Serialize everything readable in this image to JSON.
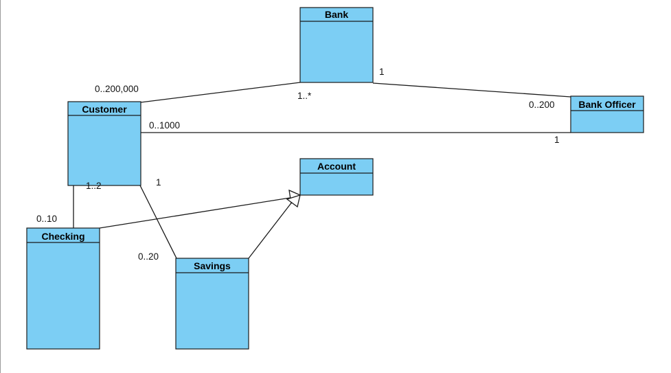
{
  "classes": {
    "bank": "Bank",
    "customer": "Customer",
    "bank_officer": "Bank Officer",
    "account": "Account",
    "checking": "Checking",
    "savings": "Savings"
  },
  "multiplicities": {
    "customer_bank_customer_end": "0..200,000",
    "customer_bank_bank_end": "1..*",
    "bank_officer_bank_end": "1",
    "bank_officer_officer_end": "0..200",
    "customer_officer_customer_end": "0..1000",
    "customer_officer_officer_end": "1",
    "customer_checking_customer_end": "1..2",
    "customer_checking_checking_end": "0..10",
    "customer_savings_customer_end": "1",
    "customer_savings_savings_end": "0..20"
  }
}
